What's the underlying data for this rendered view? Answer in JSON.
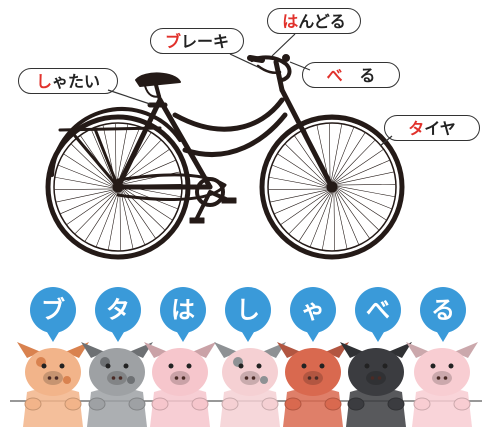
{
  "labels": {
    "frame": {
      "hl": "し",
      "rest": "ゃたい"
    },
    "brake": {
      "hl": "ブ",
      "rest": "レーキ"
    },
    "handle": {
      "hl": "は",
      "rest": "んどる"
    },
    "bell": {
      "hl": "べ",
      "rest": "る"
    },
    "tire": {
      "hl": "タ",
      "rest": "イヤ"
    }
  },
  "title_chars": [
    "ブ",
    "タ",
    "は",
    "し",
    "ゃ",
    "べ",
    "る"
  ],
  "colors": {
    "bubble": "#3a9ad9",
    "highlight": "#e1312b",
    "bike": "#241a17"
  },
  "pigs": [
    {
      "name": "spotted-orange-pig",
      "body": "#f2b48a",
      "spots": "#d9824f"
    },
    {
      "name": "gray-pig",
      "body": "#9ea1a4",
      "spots": "#6d7073"
    },
    {
      "name": "pink-pig",
      "body": "#f6c6cc",
      "spots": ""
    },
    {
      "name": "pink-gray-spotted-pig",
      "body": "#f5d0d3",
      "spots": "#8e9194"
    },
    {
      "name": "red-brown-pig",
      "body": "#d9694f",
      "spots": ""
    },
    {
      "name": "black-pig",
      "body": "#3b3c40",
      "spots": ""
    },
    {
      "name": "light-pink-pig",
      "body": "#f8cdd2",
      "spots": ""
    }
  ]
}
